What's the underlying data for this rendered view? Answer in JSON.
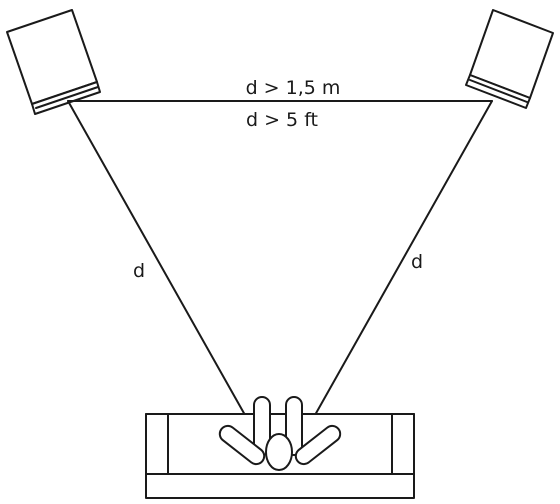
{
  "labels": {
    "distance_metric": "d > 1,5 m",
    "distance_imperial": "d > 5 ft",
    "left_side": "d",
    "right_side": "d"
  },
  "icons": {
    "left_speaker": "speaker-icon",
    "right_speaker": "speaker-icon",
    "listener": "person-icon",
    "sofa": "sofa-icon"
  }
}
